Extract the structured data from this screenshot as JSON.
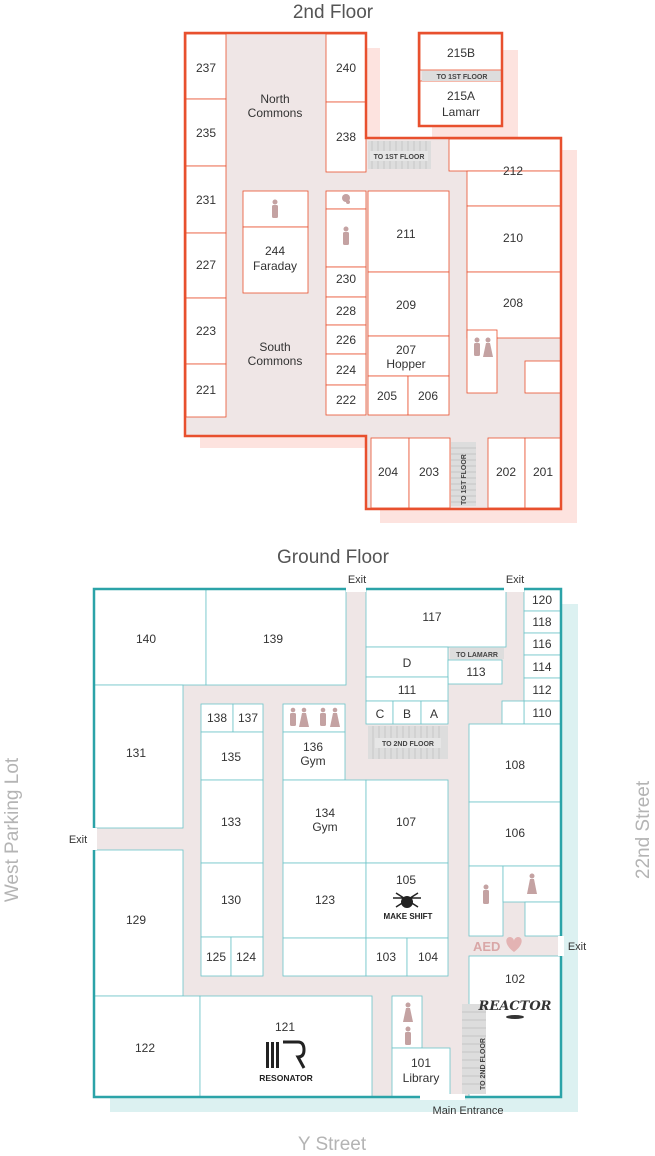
{
  "second_floor": {
    "title": "2nd Floor",
    "rooms": [
      {
        "id": "r237",
        "label": "237"
      },
      {
        "id": "r235",
        "label": "235"
      },
      {
        "id": "r231",
        "label": "231"
      },
      {
        "id": "r227",
        "label": "227"
      },
      {
        "id": "r223",
        "label": "223"
      },
      {
        "id": "r221",
        "label": "221"
      },
      {
        "id": "r240",
        "label": "240"
      },
      {
        "id": "r238",
        "label": "238"
      },
      {
        "id": "r230",
        "label": "230"
      },
      {
        "id": "r228",
        "label": "228"
      },
      {
        "id": "r226",
        "label": "226"
      },
      {
        "id": "r224",
        "label": "224"
      },
      {
        "id": "r222",
        "label": "222"
      },
      {
        "id": "r211",
        "label": "211"
      },
      {
        "id": "r209",
        "label": "209"
      },
      {
        "id": "r205",
        "label": "205"
      },
      {
        "id": "r206",
        "label": "206"
      },
      {
        "id": "r212",
        "label": "212"
      },
      {
        "id": "r210",
        "label": "210"
      },
      {
        "id": "r208",
        "label": "208"
      },
      {
        "id": "r204",
        "label": "204"
      },
      {
        "id": "r203",
        "label": "203"
      },
      {
        "id": "r202",
        "label": "202"
      },
      {
        "id": "r201",
        "label": "201"
      },
      {
        "id": "r215b",
        "label": "215B"
      }
    ],
    "named_rooms": {
      "r244": {
        "number": "244",
        "name": "Faraday"
      },
      "r207": {
        "number": "207",
        "name": "Hopper"
      },
      "r215a": {
        "number": "215A",
        "name": "Lamarr"
      }
    },
    "commons": {
      "north_1": "North",
      "north_2": "Commons",
      "south_1": "South",
      "south_2": "Commons"
    },
    "stairs": {
      "top": "TO 1ST FLOOR",
      "mid": "TO 1ST FLOOR",
      "bottom": "TO 1ST FLOOR"
    }
  },
  "ground_floor": {
    "title": "Ground Floor",
    "rooms": [
      {
        "id": "g140",
        "label": "140"
      },
      {
        "id": "g139",
        "label": "139"
      },
      {
        "id": "g117",
        "label": "117"
      },
      {
        "id": "g120",
        "label": "120"
      },
      {
        "id": "g118",
        "label": "118"
      },
      {
        "id": "g116",
        "label": "116"
      },
      {
        "id": "g114",
        "label": "114"
      },
      {
        "id": "g112",
        "label": "112"
      },
      {
        "id": "g110",
        "label": "110"
      },
      {
        "id": "gD",
        "label": "D"
      },
      {
        "id": "g113",
        "label": "113"
      },
      {
        "id": "g111",
        "label": "111"
      },
      {
        "id": "gC",
        "label": "C"
      },
      {
        "id": "gB",
        "label": "B"
      },
      {
        "id": "gA",
        "label": "A"
      },
      {
        "id": "g131",
        "label": "131"
      },
      {
        "id": "g138",
        "label": "138"
      },
      {
        "id": "g137",
        "label": "137"
      },
      {
        "id": "g135",
        "label": "135"
      },
      {
        "id": "g133",
        "label": "133"
      },
      {
        "id": "g107",
        "label": "107"
      },
      {
        "id": "g108",
        "label": "108"
      },
      {
        "id": "g106",
        "label": "106"
      },
      {
        "id": "g129",
        "label": "129"
      },
      {
        "id": "g130",
        "label": "130"
      },
      {
        "id": "g123",
        "label": "123"
      },
      {
        "id": "g125",
        "label": "125"
      },
      {
        "id": "g124",
        "label": "124"
      },
      {
        "id": "g103",
        "label": "103"
      },
      {
        "id": "g104",
        "label": "104"
      },
      {
        "id": "g105",
        "label": "105"
      },
      {
        "id": "g102",
        "label": "102"
      },
      {
        "id": "g122",
        "label": "122"
      },
      {
        "id": "g121",
        "label": "121"
      }
    ],
    "named_rooms": {
      "g136": {
        "number": "136",
        "name": "Gym"
      },
      "g134": {
        "number": "134",
        "name": "Gym"
      },
      "g101": {
        "number": "101",
        "name": "Library"
      }
    },
    "exits": {
      "top_left": "Exit",
      "top_right": "Exit",
      "left": "Exit",
      "right": "Exit",
      "main": "Main Entrance"
    },
    "stairs": {
      "to_lamarr": "TO LAMARR",
      "to_2nd": "TO 2ND FLOOR",
      "to_2nd_vertical": "TO 2ND FLOOR"
    },
    "aed": "AED",
    "logos": {
      "makeshift": "MAKE SHIFT",
      "reactor": "REACTOR",
      "resonator": "RESONATOR"
    }
  },
  "streets": {
    "left": "West Parking Lot",
    "right": "22nd Street",
    "bottom": "Y Street"
  },
  "colors": {
    "second_outline": "#e8502e",
    "ground_outline": "#2ba3a8",
    "corridor": "#efe6e6",
    "shadow_second": "#fde3df",
    "shadow_ground": "#dcf1f1",
    "wall": "#444444"
  }
}
